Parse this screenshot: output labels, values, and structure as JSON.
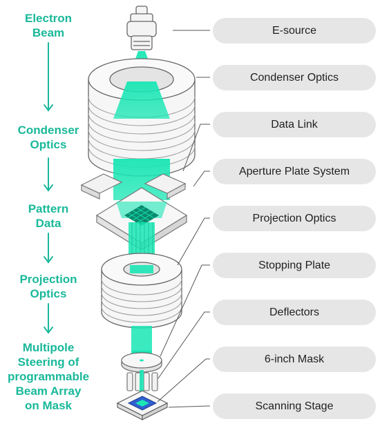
{
  "flow": {
    "steps": [
      "Electron\nBeam",
      "Condenser\nOptics",
      "Pattern\nData",
      "Projection\nOptics",
      "Multipole\nSteering of\nprogrammable\nBeam Array\non Mask"
    ],
    "accent_color": "#19b89a"
  },
  "labels": [
    "E-source",
    "Condenser Optics",
    "Data Link",
    "Aperture Plate System",
    "Projection Optics",
    "Stopping Plate",
    "Deflectors",
    "6-inch Mask",
    "Scanning Stage"
  ],
  "colors": {
    "beam": "#19e6b4",
    "pill": "#e6e6e6",
    "line": "#555555"
  }
}
